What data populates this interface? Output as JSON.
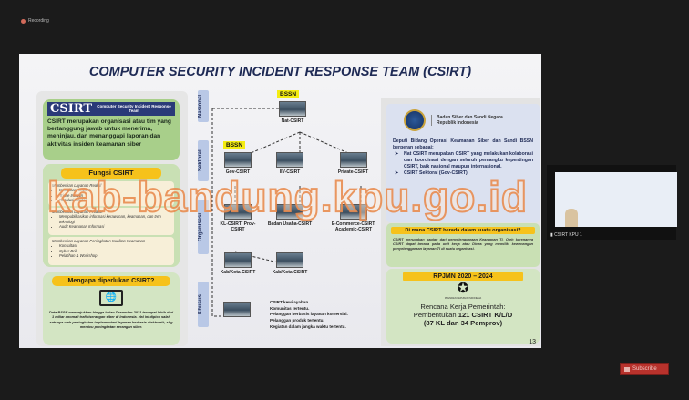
{
  "recording": {
    "label": "Recording"
  },
  "slide": {
    "title": "COMPUTER SECURITY INCIDENT RESPONSE TEAM (CSIRT)",
    "page_number": "13",
    "left": {
      "logo_text": "CSIRT",
      "logo_sub": "Computer Security Incident Response Team",
      "description": "CSIRT merupakan organisasi atau tim yang bertanggung jawab untuk menerima, meninjau, dan menanggapi laporan dan aktivitas insiden keamanan siber",
      "fungsi_title": "Fungsi CSIRT",
      "reaktif": {
        "title": "Memberikan Layanan Reaktif",
        "items": [
          "Koordinasi Insiden",
          "Triase Insiden",
          "Resolusi Insiden"
        ]
      },
      "proaktif": {
        "title": "Memberikan Layanan Proaktif",
        "items": [
          "Mempublikasikan informasi kerawanan, keamanan, dan tren teknologi",
          "Audit Keamanan Informasi"
        ]
      },
      "kualitas": {
        "title": "Memberikan Layanan Peningkatan Kualitas Keamanan",
        "items": [
          "Konsultasi",
          "Cyber Drill",
          "Pelatihan & Workshop"
        ]
      },
      "mengapa_title": "Mengapa diperlukan CSIRT?",
      "mengapa_text": "Data BSSN menunjukkan hingga bulan Desember 2021 terdapat lebih dari 1 miliar anomali trafik/serangan siber di Indonesia. Hal ini dipicu salah satunya oleh peningkatan implementasi layanan berbasis elektronik, shg memicu peningkatan serangan siber."
    },
    "diagram": {
      "levels": [
        "Nasional",
        "Sektoral",
        "Organisasi",
        "Khusus"
      ],
      "bssn": "BSSN",
      "nodes": {
        "nat": "Nat-CSIRT",
        "gov": "Gov-CSIRT",
        "iiv": "IIV-CSIRT",
        "private": "Private-CSIRT",
        "kl": "KL-CSIRT/ Prov-CSIRT",
        "badan": "Badan Usaha-CSIRT",
        "ecom": "E-Commerce-CSIRT, Academic-CSIRT",
        "kab1": "Kab/Kota-CSIRT",
        "kab2": "Kab/Kota-CSIRT"
      },
      "khusus_items": [
        "CSIRT kewilayahan.",
        "Komunitas tertentu.",
        "Pelanggan berbasis layanan komersial.",
        "Pelanggan produk tertentu.",
        "Kegiatan dalam jangka waktu tertentu."
      ]
    },
    "right": {
      "org_name": "Badan Siber dan Sandi Negara Republik Indonesia",
      "intro": "Deputi Bidang Operasi Keamanan Siber dan Sandi BSSN berperan sebagai:",
      "roles": [
        "Nat CSIRT merupakan CSIRT yang melakukan kolaborasi dan koordinasi dengan seluruh pemangku kepentingan CSIRT, baik nasional maupun internasional.",
        "CSIRT Sektoral (Gov-CSIRT)."
      ],
      "dimana_title": "Di mana CSIRT berada dalam suatu organisasi?",
      "dimana_text": "CSIRT merupakan bagian dari penyelenggaraan Keamanan TI. Oleh karenanya CSIRT dapat berada pada unit kerja atau Dinas yang memiliki kewenangan penyelenggaraan layanan TI di suatu organisasi.",
      "rpjmn_title": "RPJMN 2020 – 2024",
      "seal_caption": "PRESIDEN REPUBLIK INDONESIA",
      "rencana": "Rencana Kerja Pemerintah:",
      "pembentukan_prefix": "Pembentukan ",
      "pembentukan_bold": "121 CSIRT K/L/D",
      "pembentukan_detail": "(87 KL dan 34 Pemprov)"
    }
  },
  "watermark": "kab-bandung.kpu.go.id",
  "participant": {
    "name": "CSIRT KPU 1"
  },
  "subscribe": {
    "label": "Subscribe"
  }
}
